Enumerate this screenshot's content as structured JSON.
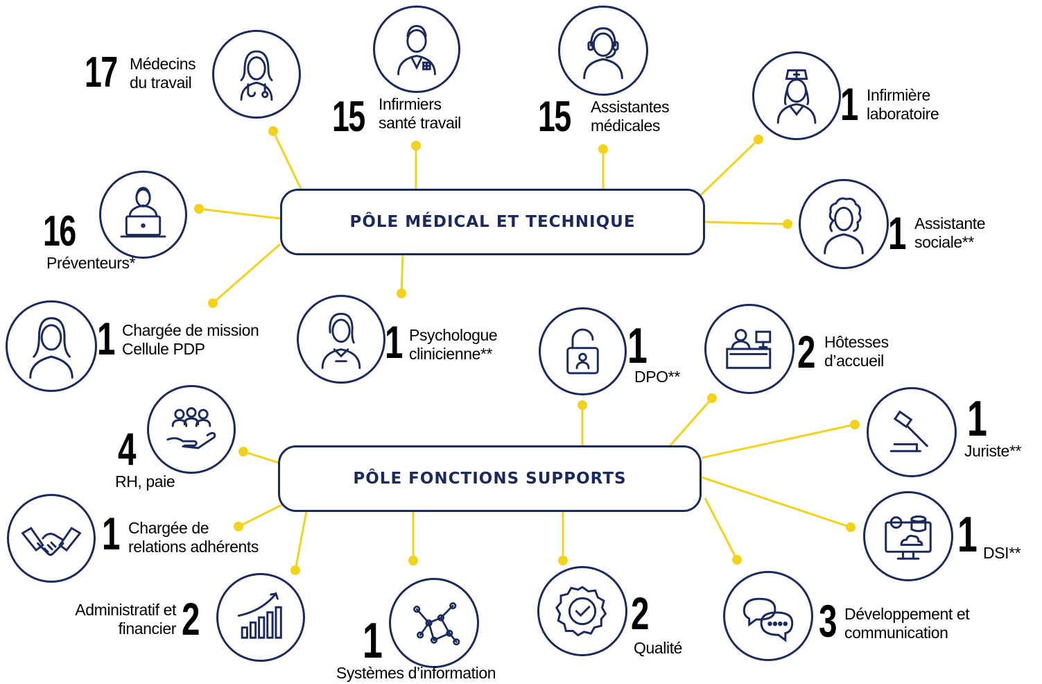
{
  "hubs": {
    "medical": "PÔLE MÉDICAL ET TECHNIQUE",
    "supports": "PÔLE FONCTIONS SUPPORTS"
  },
  "roles": [
    {
      "count": "17",
      "label": "Médecins\ndu travail",
      "icon": "female-doctor-icon"
    },
    {
      "count": "15",
      "label": "Infirmiers\nsanté travail",
      "icon": "male-nurse-icon"
    },
    {
      "count": "15",
      "label": "Assistantes\nmédicales",
      "icon": "headset-assistant-icon"
    },
    {
      "count": "1",
      "label": "Infirmière\nlaboratoire",
      "icon": "nurse-cap-icon"
    },
    {
      "count": "1",
      "label": "Assistante\nsociale**",
      "icon": "curly-hair-woman-icon"
    },
    {
      "count": "16",
      "label": "Préventeurs*",
      "icon": "laptop-user-icon"
    },
    {
      "count": "1",
      "label": "Chargée de mission\nCellule PDP",
      "icon": "woman-portrait-icon"
    },
    {
      "count": "1",
      "label": "Psychologue\nclinicienne**",
      "icon": "psychologist-icon"
    },
    {
      "count": "1",
      "label": "DPO**",
      "icon": "padlock-user-icon"
    },
    {
      "count": "2",
      "label": "Hôtesses\nd’accueil",
      "icon": "reception-desk-icon"
    },
    {
      "count": "4",
      "label": "RH, paie",
      "icon": "hand-people-icon"
    },
    {
      "count": "1",
      "label": "Juriste**",
      "icon": "gavel-icon"
    },
    {
      "count": "1",
      "label": "Chargée de\nrelations adhérents",
      "icon": "handshake-icon"
    },
    {
      "count": "1",
      "label": "DSI**",
      "icon": "server-monitor-icon"
    },
    {
      "count": "2",
      "label": "Administratif et\nfinancier",
      "icon": "growth-chart-icon"
    },
    {
      "count": "1",
      "label": "Systèmes d’information",
      "icon": "network-nodes-icon"
    },
    {
      "count": "2",
      "label": "Qualité",
      "icon": "quality-badge-icon"
    },
    {
      "count": "3",
      "label": "Développement et\ncommunication",
      "icon": "chat-bubbles-icon"
    }
  ],
  "colors": {
    "navy": "#1b2a5c",
    "yellow": "#f2d21a"
  }
}
